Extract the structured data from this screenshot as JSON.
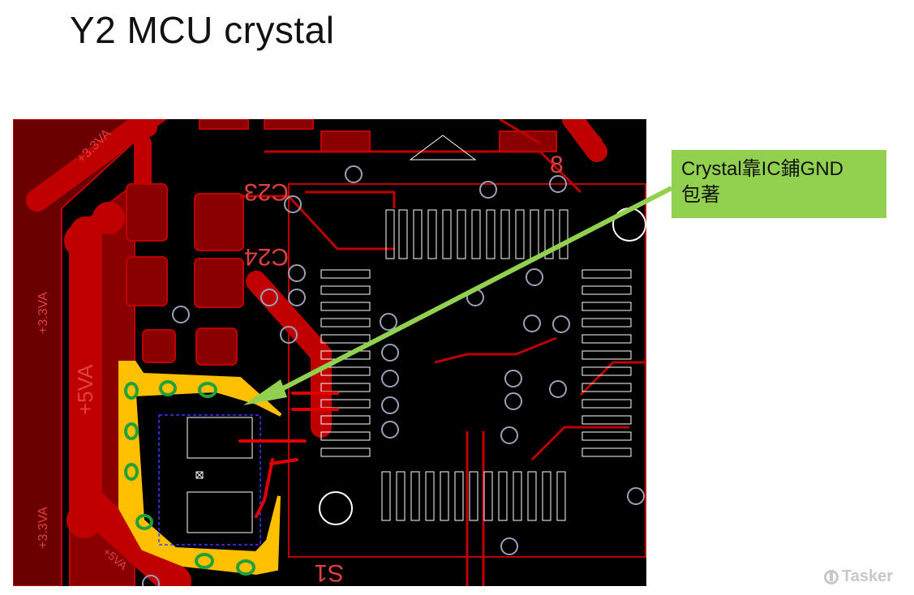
{
  "slide": {
    "title": "Y2 MCU crystal"
  },
  "callout": {
    "line1": "Crystal靠IC鋪GND",
    "line2": "包著",
    "color": "#92d050"
  },
  "pcb_labels": {
    "net_33va_top": "+3.3VA",
    "net_33va_left": "+3.3VA",
    "net_5va_left": "+5VA",
    "net_33va_bottom": "+3.3VA",
    "net_5va_bottom": "+5VA",
    "ref_s1": "S1",
    "ref_c24": "C24",
    "ref_c23": "C23",
    "ref_8": "8"
  },
  "colors": {
    "board_bg": "#000000",
    "copper_top": "#c00000",
    "copper_dark": "#7a0000",
    "guard_ring": "#ffc000",
    "via_green": "#22a13a",
    "silk": "#ffffff",
    "arrow": "#92d050"
  },
  "watermark": {
    "text": "Tasker"
  }
}
